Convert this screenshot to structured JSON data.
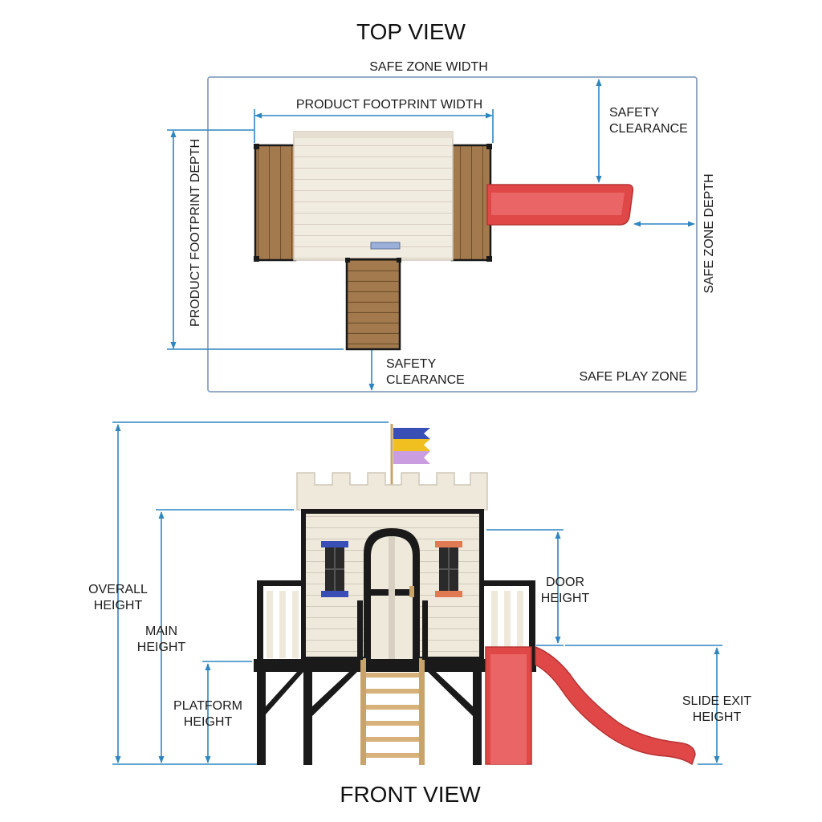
{
  "top_view": {
    "title": "TOP VIEW",
    "labels": {
      "safe_zone_width": "SAFE ZONE WIDTH",
      "product_footprint_width": "PRODUCT FOOTPRINT WIDTH",
      "safety_clearance_top": [
        "SAFETY",
        "CLEARANCE"
      ],
      "product_footprint_depth": "PRODUCT FOOTPRINT DEPTH",
      "safe_zone_depth": "SAFE ZONE DEPTH",
      "safety_clearance_bottom": [
        "SAFETY",
        "CLEARANCE"
      ],
      "safe_play_zone": "SAFE PLAY ZONE"
    }
  },
  "front_view": {
    "title": "FRONT VIEW",
    "labels": {
      "overall_height": [
        "OVERALL",
        "HEIGHT"
      ],
      "main_height": [
        "MAIN",
        "HEIGHT"
      ],
      "platform_height": [
        "PLATFORM",
        "HEIGHT"
      ],
      "door_height": [
        "DOOR",
        "HEIGHT"
      ],
      "slide_exit_height": [
        "SLIDE EXIT",
        "HEIGHT"
      ]
    }
  },
  "colors": {
    "dimension_line": "#2e86c1",
    "zone_border": "#8aa0c0",
    "frame": "#1a1a1a",
    "wall": "#efe9dc",
    "wood": "#a27a4e",
    "slide": "#e04848",
    "flag": [
      "#3a4fb5",
      "#f0c020",
      "#c99de0"
    ]
  }
}
